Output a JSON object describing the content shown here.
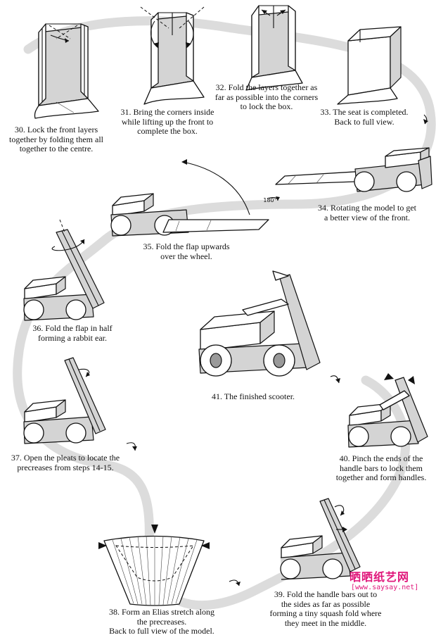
{
  "steps": [
    {
      "id": "30",
      "caption": "30. Lock the front layers\ntogether by folding them all\ntogether to the centre."
    },
    {
      "id": "31",
      "caption": "31. Bring the corners inside\nwhile lifting up the front to\ncomplete the box."
    },
    {
      "id": "32",
      "caption": "32. Fold the layers together as\nfar as possible into the corners\nto lock the box."
    },
    {
      "id": "33",
      "caption": "33. The seat is completed.\nBack to full view."
    },
    {
      "id": "34",
      "caption": "34. Rotating the model to get\na better view of the front."
    },
    {
      "id": "35",
      "caption": "35. Fold the flap upwards\nover the wheel."
    },
    {
      "id": "36",
      "caption": "36. Fold the flap in half\nforming a rabbit ear."
    },
    {
      "id": "37",
      "caption": "37. Open the pleats to locate the\nprecreases from steps 14-15."
    },
    {
      "id": "38",
      "caption": "38. Form an Elias stretch along\nthe precreases.\nBack to full view of the model."
    },
    {
      "id": "39",
      "caption": "39. Fold the handle bars out to\nthe sides as far as possible\nforming a tiny squash fold where\nthey meet in the middle."
    },
    {
      "id": "40",
      "caption": "40. Pinch the ends of the\nhandle bars to lock them\ntogether and form handles."
    },
    {
      "id": "41",
      "caption": "41. The finished scooter."
    }
  ],
  "rotation_label": "180°",
  "watermark": {
    "title": "晒晒纸艺网",
    "url": "[www.saysay.net]"
  },
  "colors": {
    "path": "#dcdcdc",
    "paper": "#ffffff",
    "shade": "#d4d4d4",
    "watermark": "#e0177b"
  }
}
